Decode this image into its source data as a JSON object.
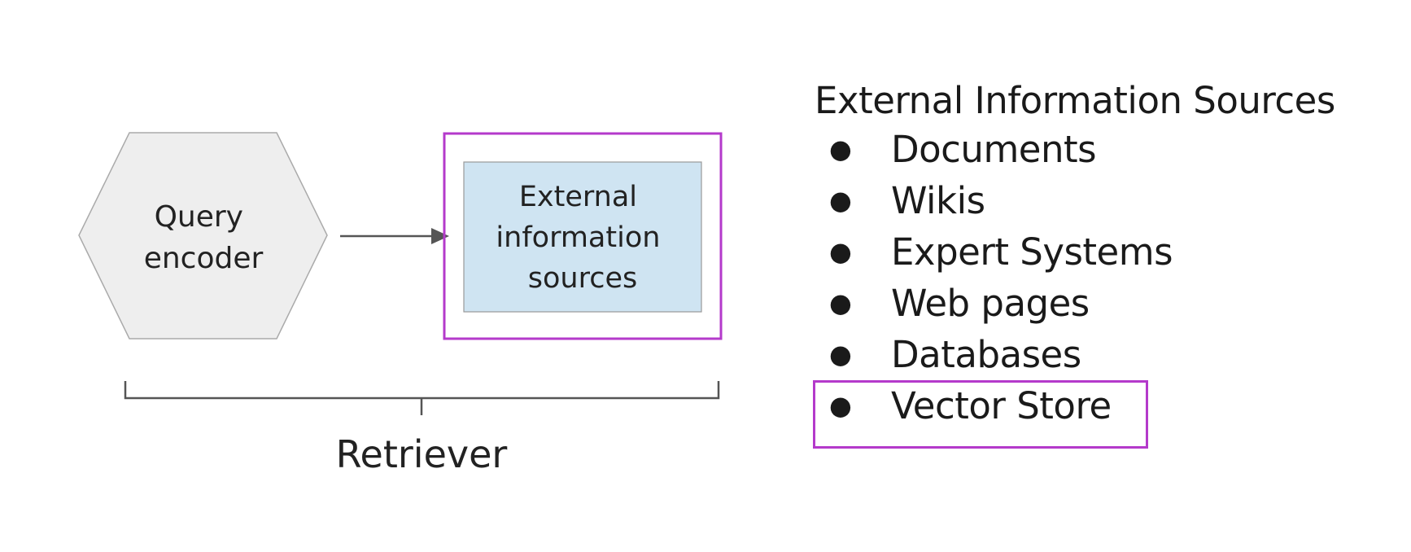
{
  "diagram": {
    "query_encoder_label": [
      "Query",
      "encoder"
    ],
    "external_sources_label": [
      "External",
      "information",
      "sources"
    ],
    "retriever_label": "Retriever"
  },
  "sources": {
    "title": "External Information Sources",
    "items": [
      {
        "label": "Documents",
        "highlighted": false
      },
      {
        "label": "Wikis",
        "highlighted": false
      },
      {
        "label": "Expert Systems",
        "highlighted": false
      },
      {
        "label": "Web pages",
        "highlighted": false
      },
      {
        "label": "Databases",
        "highlighted": false
      },
      {
        "label": "Vector Store",
        "highlighted": true
      }
    ]
  },
  "colors": {
    "highlight": "#b43acb",
    "hexagon_fill": "#eeeeee",
    "box_fill": "#cfe4f2",
    "line": "#555555"
  }
}
